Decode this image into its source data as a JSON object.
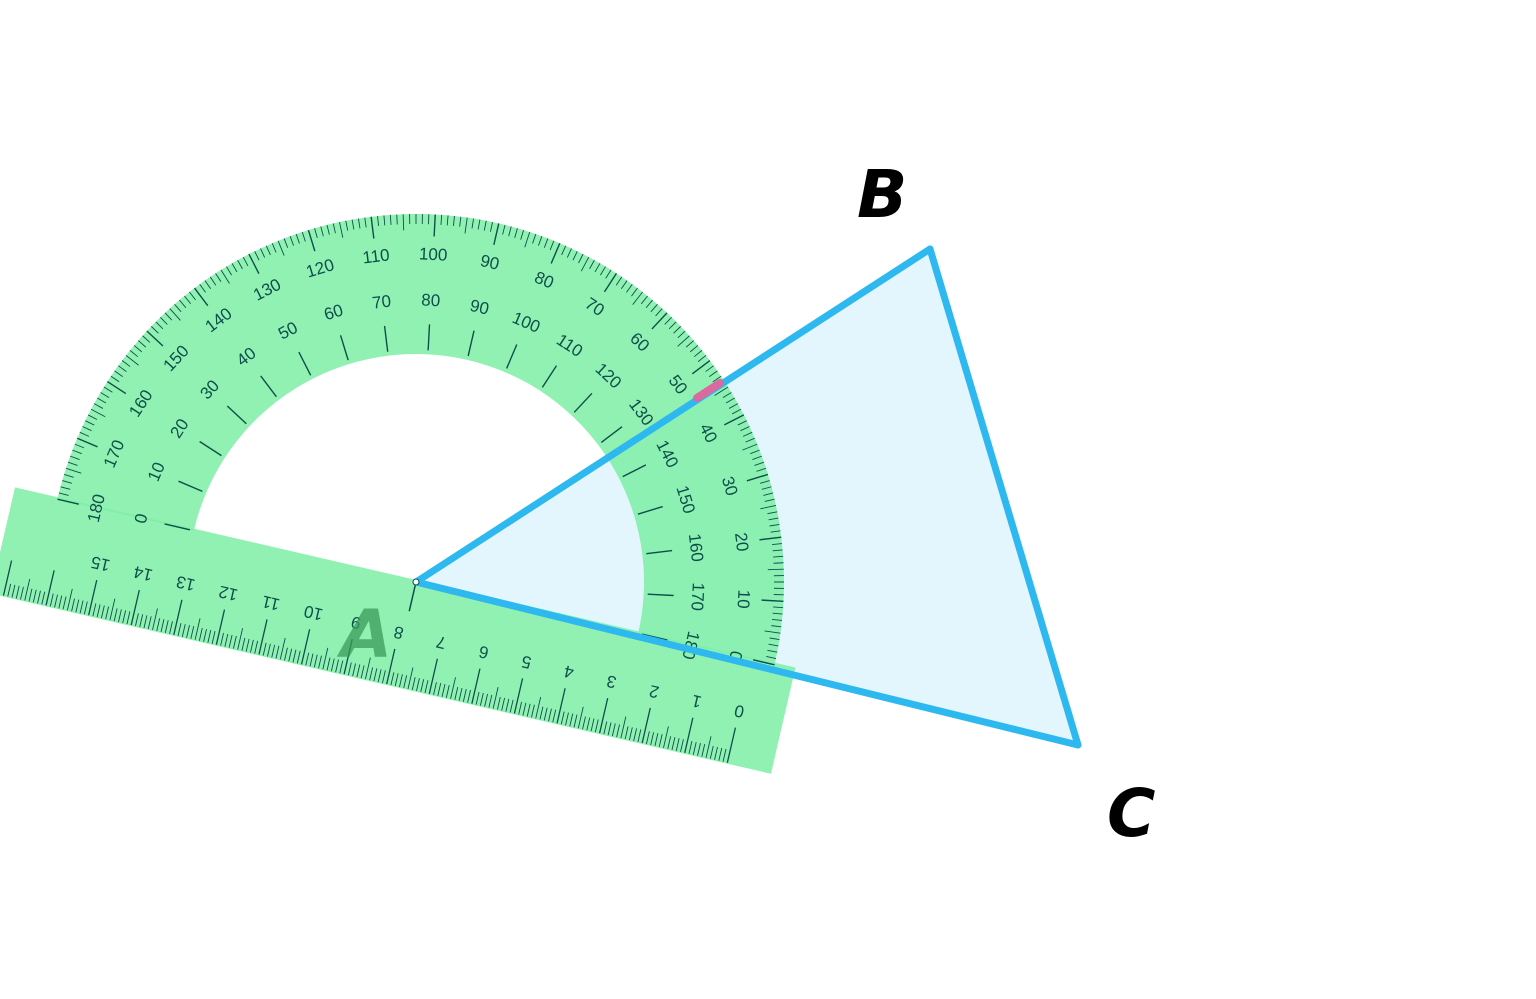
{
  "colors": {
    "protractor_fill": "#7EEFA6",
    "protractor_ink": "#0E4F4A",
    "triangle_stroke": "#2EB8F0",
    "triangle_fill": "#E3F6FD",
    "reading_marker": "#D9699E",
    "label_color": "#000000",
    "vertex_a_label_color": "#3A9A5A"
  },
  "triangle": {
    "vertices": [
      {
        "name": "A",
        "label": "A"
      },
      {
        "name": "B",
        "label": "B"
      },
      {
        "name": "C",
        "label": "C"
      }
    ]
  },
  "protractor": {
    "outer_scale_labels": [
      "0",
      "10",
      "20",
      "30",
      "40",
      "50",
      "60",
      "70",
      "80",
      "90",
      "100",
      "110",
      "120",
      "130",
      "140",
      "150",
      "160",
      "170",
      "180"
    ],
    "inner_scale_labels": [
      "0",
      "10",
      "20",
      "30",
      "40",
      "50",
      "60",
      "70",
      "80",
      "90",
      "100",
      "110",
      "120",
      "130",
      "140",
      "150",
      "160",
      "170",
      "180"
    ],
    "ruler_labels": [
      "0",
      "1",
      "2",
      "3",
      "4",
      "5",
      "6",
      "7",
      "8",
      "9",
      "10",
      "11",
      "12",
      "13",
      "14",
      "15"
    ],
    "reading_marker_icon": "reading-marker"
  }
}
